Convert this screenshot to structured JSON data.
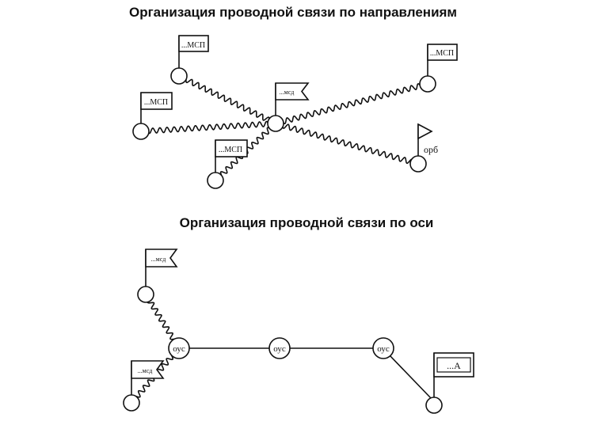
{
  "titles": {
    "directions": "Организация проводной связи по направлениям",
    "axis": "Организация проводной связи по оси"
  },
  "labels": {
    "msp": "...МСП",
    "msd": "...мсд",
    "orb": "орб",
    "ous": "оус",
    "a": "...А"
  }
}
